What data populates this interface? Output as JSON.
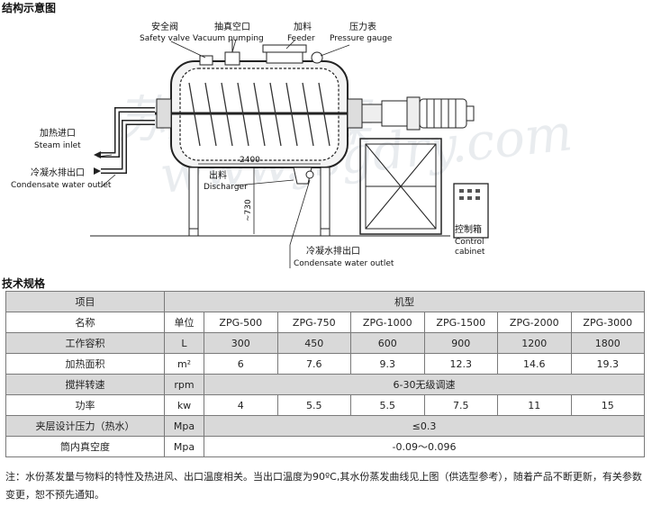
{
  "sections": {
    "diagram_title": "结构示意图",
    "spec_title": "技术规格"
  },
  "diagram": {
    "safety_valve_zh": "安全阀",
    "safety_valve_en": "Safety valve",
    "vacuum_zh": "抽真空口",
    "vacuum_en": "Vacuum pumping",
    "feeder_zh": "加料",
    "feeder_en": "Feeder",
    "gauge_zh": "压力表",
    "gauge_en": "Pressure gauge",
    "steam_zh": "加热进口",
    "steam_en": "Steam inlet",
    "cond_left_zh": "冷凝水排出口",
    "cond_left_en": "Condensate water outlet",
    "discharger_zh": "出料",
    "discharger_en": "Discharger",
    "dim_2400": "2400",
    "dim_730": "~730",
    "cond_bottom_zh": "冷凝水排出口",
    "cond_bottom_en": "Condensate water outlet",
    "cabinet_zh": "控制箱",
    "cabinet_en1": "Control",
    "cabinet_en2": "cabinet",
    "watermark_url": "www.jsgdry.com"
  },
  "table": {
    "h_item": "项目",
    "h_model": "机型",
    "rows": [
      {
        "name": "名称",
        "unit": "单位",
        "values": [
          "ZPG-500",
          "ZPG-750",
          "ZPG-1000",
          "ZPG-1500",
          "ZPG-2000",
          "ZPG-3000"
        ],
        "shade": false
      },
      {
        "name": "工作容积",
        "unit": "L",
        "values": [
          "300",
          "450",
          "600",
          "900",
          "1200",
          "1800"
        ],
        "shade": true
      },
      {
        "name": "加热面积",
        "unit": "m²",
        "values": [
          "6",
          "7.6",
          "9.3",
          "12.3",
          "14.6",
          "19.3"
        ],
        "shade": false
      },
      {
        "name": "搅拌转速",
        "unit": "rpm",
        "span": "6-30无级调速",
        "shade": true
      },
      {
        "name": "功率",
        "unit": "kw",
        "values": [
          "4",
          "5.5",
          "5.5",
          "7.5",
          "11",
          "15"
        ],
        "shade": false
      },
      {
        "name": "夹层设计压力（热水）",
        "unit": "Mpa",
        "span": "≤0.3",
        "shade": true
      },
      {
        "name": "筒内真空度",
        "unit": "Mpa",
        "span": "-0.09～0.096",
        "shade": false
      }
    ]
  },
  "note": "注：水份蒸发量与物料的特性及热进风、出口温度相关。当出口温度为90ºC,其水份蒸发曲线见上图（供选型参考），随着产品不断更新，有关参数变更，恕不预先通知。"
}
